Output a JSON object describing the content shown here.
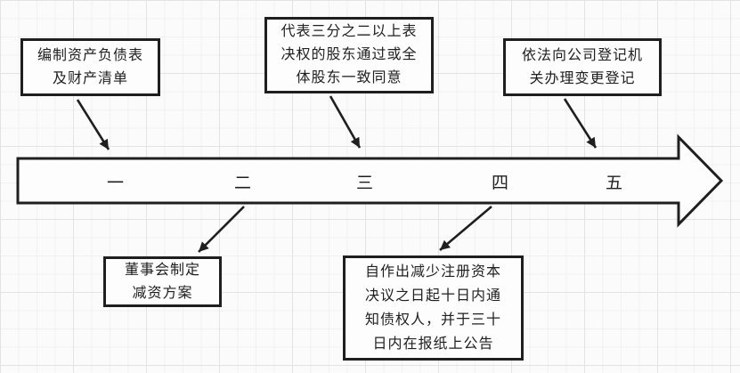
{
  "diagram": {
    "kind": "timeline-flow",
    "stroke_color": "#1f1f1f",
    "node_fill": "#fdfdfd",
    "timeline_steps": [
      {
        "label": "一"
      },
      {
        "label": "二"
      },
      {
        "label": "三"
      },
      {
        "label": "四"
      },
      {
        "label": "五"
      }
    ],
    "annotations": {
      "top": [
        {
          "text": "编制资产负债表及财产清单",
          "lines": [
            "编制资产负债表",
            "及财产清单"
          ]
        },
        {
          "text": "代表三分之二以上表决权的股东通过或全体股东一致同意",
          "lines": [
            "代表三分之二以上表",
            "决权的股东通过或全",
            "体股东一致同意"
          ]
        },
        {
          "text": "依法向公司登记机关办理变更登记",
          "lines": [
            "依法向公司登记机",
            "关办理变更登记"
          ]
        }
      ],
      "bottom": [
        {
          "text": "董事会制定减资方案",
          "lines": [
            "董事会制定",
            "减资方案"
          ]
        },
        {
          "text": "自作出减少注册资本决议之日起十日内通知债权人，并于三十日内在报纸上公告",
          "lines": [
            "自作出减少注册资本",
            "决议之日起十日内通",
            "知债权人，并于三十",
            "日内在报纸上公告"
          ]
        }
      ]
    }
  }
}
